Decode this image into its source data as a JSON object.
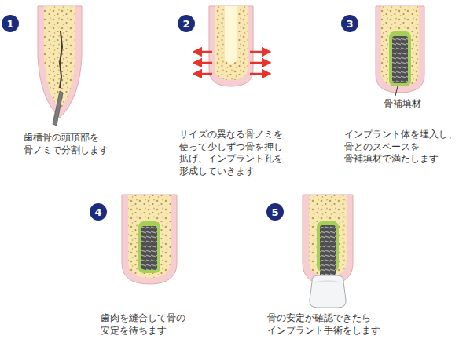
{
  "diagram": {
    "nodes": [
      {
        "text": [
          "1"
        ]
      },
      {
        "text": [
          "2"
        ]
      },
      {
        "text": [
          "3"
        ]
      },
      {
        "text": [
          "4"
        ]
      },
      {
        "text": [
          "5"
        ]
      }
    ],
    "labels": [
      "歯槽骨の頭頂部を 骨ノミで分割します",
      "サイズの異なる骨ノミを 使って少しずつ骨を押し 拡げ、インプラント孔を 形成していきます",
      "骨補填材",
      "インプラント体を埋入し、 骨とのスペースを 骨補填材で満たします",
      "歯肉を縫合して骨の 安定を待ちます",
      "骨の安定が確認できたら インプラント手術をします"
    ]
  }
}
